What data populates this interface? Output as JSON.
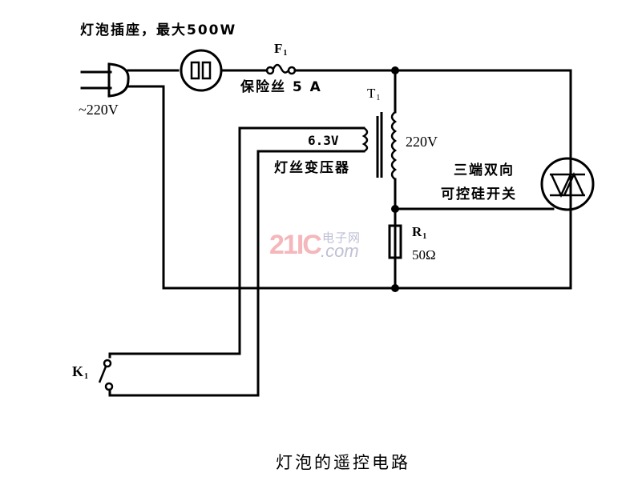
{
  "diagram": {
    "type": "circuit-schematic",
    "caption": "灯泡的遥控电路",
    "labels": {
      "socket": "灯泡插座，最大500W",
      "mains_voltage": "~220V",
      "fuse_ref": "F",
      "fuse_ref_sub": "1",
      "fuse_desc": "保险丝 5 A",
      "transformer_ref": "T",
      "transformer_ref_sub": "1",
      "secondary_voltage": "6.3V",
      "primary_voltage": "220V",
      "transformer_desc": "灯丝变压器",
      "triac_desc_line1": "三端双向",
      "triac_desc_line2": "可控硅开关",
      "resistor_ref": "R",
      "resistor_ref_sub": "1",
      "resistor_value": "50Ω",
      "switch_ref": "K",
      "switch_ref_sub": "1"
    },
    "components": [
      {
        "id": "plug",
        "kind": "mains-plug",
        "label": "~220V"
      },
      {
        "id": "socket",
        "kind": "lamp-socket",
        "label": "灯泡插座，最大500W"
      },
      {
        "id": "F1",
        "kind": "fuse",
        "value": "5 A"
      },
      {
        "id": "T1",
        "kind": "transformer",
        "primary": "220V",
        "secondary": "6.3V"
      },
      {
        "id": "R1",
        "kind": "resistor",
        "value": "50Ω"
      },
      {
        "id": "triac",
        "kind": "triac",
        "label": "三端双向可控硅开关"
      },
      {
        "id": "K1",
        "kind": "switch"
      }
    ],
    "watermark": {
      "number": "21IC",
      "chinese": "电子网",
      "domain": ".com"
    },
    "colors": {
      "line": "#000000",
      "background": "#ffffff",
      "watermark_red": "#f4b7bb",
      "watermark_blue": "#bfbfd6"
    }
  }
}
